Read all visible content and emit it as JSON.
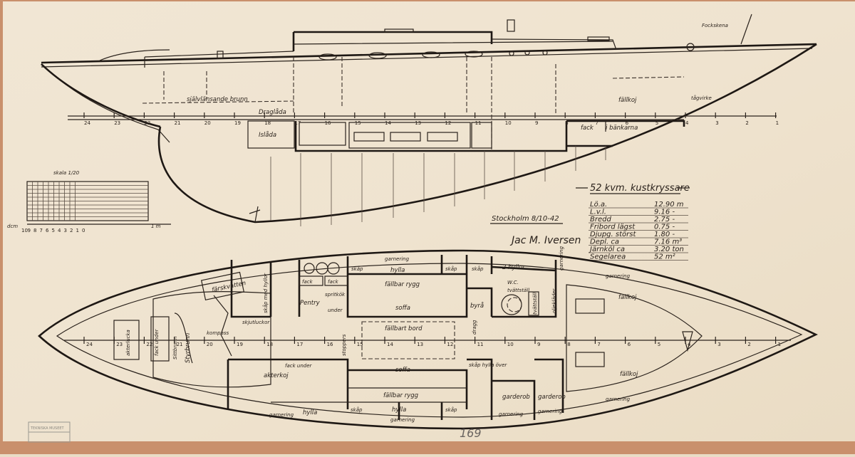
{
  "drawing": {
    "title": "52 kvm. kustkryssare",
    "place_date": "Stockholm 8/10-42",
    "signature": "Jac M. Iversen",
    "sheet_number": "169",
    "stamp": "TEKNISKA MUSEET",
    "colors": {
      "paper": "#efe4d1",
      "ink": "#2a221c",
      "border": "#c48a68"
    }
  },
  "specs": [
    {
      "label": "Lö.a.",
      "value": "12.90 m"
    },
    {
      "label": "L.v.l.",
      "value": "9.16 -"
    },
    {
      "label": "Bredd",
      "value": "2.75 -"
    },
    {
      "label": "Fribord lägst",
      "value": "0.75 -"
    },
    {
      "label": "Djupg. störst",
      "value": "1.80 -"
    },
    {
      "label": "Depl. ca",
      "value": "7.16 m³"
    },
    {
      "label": "Järnköl ca",
      "value": "3.20 ton"
    },
    {
      "label": "Segelarea",
      "value": "52 m²"
    }
  ],
  "scale": {
    "label": "skala 1/20",
    "unit_left": "dcm",
    "ticks": [
      "10",
      "9",
      "8",
      "7",
      "6",
      "5",
      "4",
      "3",
      "2",
      "1",
      "0"
    ],
    "unit_right": "1 m"
  },
  "profile_labels": {
    "brunn": "självlänsande brunn",
    "draglada": "Draglåda",
    "islada": "Islåda",
    "fallkoj": "fällkoj",
    "fack": "fack",
    "bankarna": "i bänkarna",
    "tagvirke": "tågvirke",
    "fockskena": "Fockskena"
  },
  "plan_labels": {
    "farskvatten": "färskvatten",
    "skap_hyllor": "skåp med hyllor",
    "fack1": "fack",
    "fack2": "fack",
    "pentry": "Pentry",
    "spritkok": "spritkök",
    "under": "under",
    "skap1": "skåp",
    "hylla_top": "hylla",
    "garnering_top": "garnering",
    "skap2": "skåp",
    "skap3": "skåp",
    "hyllor2": "2 hyllor",
    "garnering_tr": "garnering",
    "fallbar_rygg_top": "fällbar rygg",
    "soffa_top": "soffa",
    "byra": "byrå",
    "wc": "W.C.",
    "tvattstall": "tvättställ",
    "tvattstall2": "tvättställ",
    "oljeklader": "oljekläder",
    "fallbart_bord": "fällbart bord",
    "kompass": "kompass",
    "skjutluckor": "skjutluckor",
    "styrbrunn": "Styrbrunn",
    "sittbrunn": "Sittbrunn",
    "fack_under_left": "fack under",
    "akterlucka": "akterlucka",
    "fack_under": "fack under",
    "akterkoj": "akterkoj",
    "soffa_bot": "soffa",
    "fallbar_rygg_bot": "fällbar rygg",
    "skap_hylla_over": "skåp hylla över",
    "garderob1": "garderob",
    "garderob2": "garderob",
    "garnering_bl": "garnering",
    "hylla_bot": "hylla",
    "skap4": "skåp",
    "hylla_bot2": "hylla",
    "skap5": "skåp",
    "garnering_bm": "garnering",
    "garnering_b1": "garnering",
    "garnering_b2": "garnering",
    "garnering_br": "garnering",
    "garnering_r": "garnering",
    "fallkoj_top": "fällkoj",
    "fallkoj_bot": "fällkoj",
    "stoppers": "stoppers",
    "dragg": "dragg"
  },
  "stations": [
    "24",
    "23",
    "22",
    "21",
    "20",
    "19",
    "18",
    "17",
    "16",
    "15",
    "14",
    "13",
    "12",
    "11",
    "10",
    "9",
    "8",
    "7",
    "6",
    "5",
    "4",
    "3",
    "2",
    "1"
  ]
}
